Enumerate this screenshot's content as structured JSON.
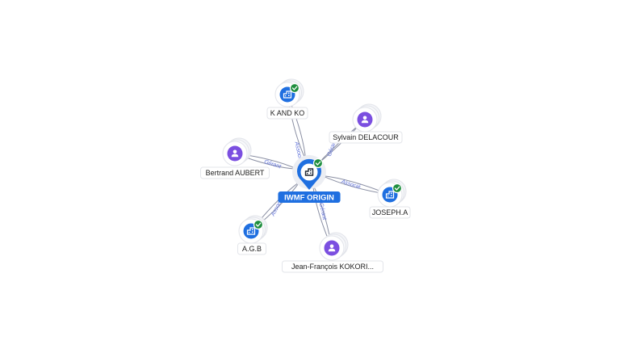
{
  "center": {
    "label": "IWMF ORIGIN",
    "kind": "company",
    "verified": true
  },
  "nodes": [
    {
      "id": "kandko",
      "label": "K AND KO",
      "kind": "company",
      "verified": true
    },
    {
      "id": "sylvain",
      "label": "Sylvain DELACOUR",
      "kind": "person",
      "verified": false
    },
    {
      "id": "bertrand",
      "label": "Bertrand AUBERT",
      "kind": "person",
      "verified": false
    },
    {
      "id": "joseph",
      "label": "JOSEPH.A",
      "kind": "company",
      "verified": true
    },
    {
      "id": "agb",
      "label": "A.G.B",
      "kind": "company",
      "verified": true
    },
    {
      "id": "jeanfrancois",
      "label": "Jean-François KOKORI...",
      "kind": "person",
      "verified": false
    }
  ],
  "edges": [
    {
      "to": "kandko",
      "label": "Associé"
    },
    {
      "to": "sylvain",
      "label": "Gérant"
    },
    {
      "to": "bertrand",
      "label": "Gérant"
    },
    {
      "to": "joseph",
      "label": "Associé"
    },
    {
      "to": "agb",
      "label": "Associé"
    },
    {
      "to": "jeanfrancois",
      "label": "Gérant"
    }
  ],
  "colors": {
    "company": "#1f6fe0",
    "person": "#7b4fe0",
    "verified": "#1e8e3e",
    "edge": "#8a8fa3",
    "edge_label": "#5d6fd8"
  },
  "icons": {
    "company": "building-icon",
    "person": "person-icon",
    "verified": "check-badge-icon"
  }
}
